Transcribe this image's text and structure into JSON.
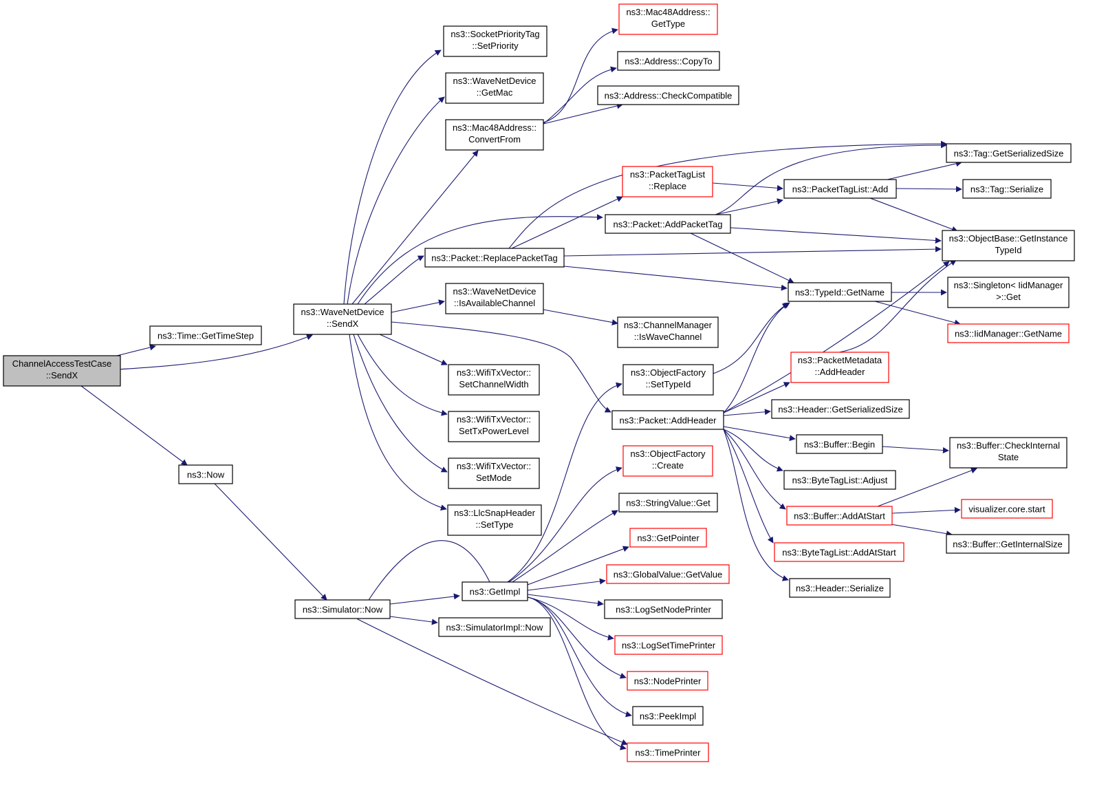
{
  "nodes": [
    {
      "id": "root",
      "lines": [
        "ChannelAccessTestCase",
        "::SendX"
      ],
      "root": true
    },
    {
      "id": "gettimestep",
      "lines": [
        "ns3::Time::GetTimeStep"
      ]
    },
    {
      "id": "now",
      "lines": [
        "ns3::Now"
      ]
    },
    {
      "id": "wnd_sendx",
      "lines": [
        "ns3::WaveNetDevice",
        "::SendX"
      ]
    },
    {
      "id": "sim_now",
      "lines": [
        "ns3::Simulator::Now"
      ]
    },
    {
      "id": "simimpl_now",
      "lines": [
        "ns3::SimulatorImpl::Now"
      ]
    },
    {
      "id": "getimpl",
      "lines": [
        "ns3::GetImpl"
      ]
    },
    {
      "id": "sockprio",
      "lines": [
        "ns3::SocketPriorityTag",
        "::SetPriority"
      ]
    },
    {
      "id": "wnd_getmac",
      "lines": [
        "ns3::WaveNetDevice",
        "::GetMac"
      ]
    },
    {
      "id": "mac48_convert",
      "lines": [
        "ns3::Mac48Address::",
        "ConvertFrom"
      ]
    },
    {
      "id": "replacepkttag",
      "lines": [
        "ns3::Packet::ReplacePacketTag"
      ]
    },
    {
      "id": "wnd_isavail",
      "lines": [
        "ns3::WaveNetDevice",
        "::IsAvailableChannel"
      ]
    },
    {
      "id": "wtv_width",
      "lines": [
        "ns3::WifiTxVector::",
        "SetChannelWidth"
      ]
    },
    {
      "id": "wtv_power",
      "lines": [
        "ns3::WifiTxVector::",
        "SetTxPowerLevel"
      ]
    },
    {
      "id": "wtv_mode",
      "lines": [
        "ns3::WifiTxVector::",
        "SetMode"
      ]
    },
    {
      "id": "llcsnap",
      "lines": [
        "ns3::LlcSnapHeader",
        "::SetType"
      ]
    },
    {
      "id": "mac48_gettype",
      "lines": [
        "ns3::Mac48Address::",
        "GetType"
      ],
      "trunc": true
    },
    {
      "id": "addr_copyto",
      "lines": [
        "ns3::Address::CopyTo"
      ]
    },
    {
      "id": "addr_checkcompat",
      "lines": [
        "ns3::Address::CheckCompatible"
      ]
    },
    {
      "id": "ptl_replace",
      "lines": [
        "ns3::PacketTagList",
        "::Replace"
      ],
      "trunc": true
    },
    {
      "id": "addpackettag",
      "lines": [
        "ns3::Packet::AddPacketTag"
      ]
    },
    {
      "id": "chmgr",
      "lines": [
        "ns3::ChannelManager",
        "::IsWaveChannel"
      ]
    },
    {
      "id": "of_settypeid",
      "lines": [
        "ns3::ObjectFactory",
        "::SetTypeId"
      ]
    },
    {
      "id": "addheader",
      "lines": [
        "ns3::Packet::AddHeader"
      ]
    },
    {
      "id": "of_create",
      "lines": [
        "ns3::ObjectFactory",
        "::Create"
      ],
      "trunc": true
    },
    {
      "id": "strval_get",
      "lines": [
        "ns3::StringValue::Get"
      ]
    },
    {
      "id": "getpointer",
      "lines": [
        "ns3::GetPointer"
      ],
      "trunc": true
    },
    {
      "id": "globalval",
      "lines": [
        "ns3::GlobalValue::GetValue"
      ],
      "trunc": true
    },
    {
      "id": "lognodeprinter",
      "lines": [
        "ns3::LogSetNodePrinter"
      ]
    },
    {
      "id": "logtimeprinter",
      "lines": [
        "ns3::LogSetTimePrinter"
      ],
      "trunc": true
    },
    {
      "id": "nodeprinter",
      "lines": [
        "ns3::NodePrinter"
      ],
      "trunc": true
    },
    {
      "id": "peekimpl",
      "lines": [
        "ns3::PeekImpl"
      ]
    },
    {
      "id": "timeprinter",
      "lines": [
        "ns3::TimePrinter"
      ],
      "trunc": true
    },
    {
      "id": "ptl_add",
      "lines": [
        "ns3::PacketTagList::Add"
      ]
    },
    {
      "id": "typeid_getname",
      "lines": [
        "ns3::TypeId::GetName"
      ]
    },
    {
      "id": "pm_addheader",
      "lines": [
        "ns3::PacketMetadata",
        "::AddHeader"
      ],
      "trunc": true
    },
    {
      "id": "hdr_getsize",
      "lines": [
        "ns3::Header::GetSerializedSize"
      ]
    },
    {
      "id": "buf_begin",
      "lines": [
        "ns3::Buffer::Begin"
      ]
    },
    {
      "id": "btl_adjust",
      "lines": [
        "ns3::ByteTagList::Adjust"
      ]
    },
    {
      "id": "buf_addatstart",
      "lines": [
        "ns3::Buffer::AddAtStart"
      ],
      "trunc": true
    },
    {
      "id": "btl_addatstart",
      "lines": [
        "ns3::ByteTagList::AddAtStart"
      ],
      "trunc": true
    },
    {
      "id": "hdr_serialize",
      "lines": [
        "ns3::Header::Serialize"
      ]
    },
    {
      "id": "tag_getsize",
      "lines": [
        "ns3::Tag::GetSerializedSize"
      ]
    },
    {
      "id": "tag_serialize",
      "lines": [
        "ns3::Tag::Serialize"
      ]
    },
    {
      "id": "objbase",
      "lines": [
        "ns3::ObjectBase::GetInstance",
        "TypeId"
      ]
    },
    {
      "id": "singleton",
      "lines": [
        "ns3::Singleton< IidManager",
        ">::Get"
      ]
    },
    {
      "id": "iid_getname",
      "lines": [
        "ns3::IidManager::GetName"
      ],
      "trunc": true
    },
    {
      "id": "buf_checkint",
      "lines": [
        "ns3::Buffer::CheckInternal",
        "State"
      ]
    },
    {
      "id": "viz_start",
      "lines": [
        "visualizer.core.start"
      ],
      "trunc": true
    },
    {
      "id": "buf_getintsize",
      "lines": [
        "ns3::Buffer::GetInternalSize"
      ]
    }
  ]
}
